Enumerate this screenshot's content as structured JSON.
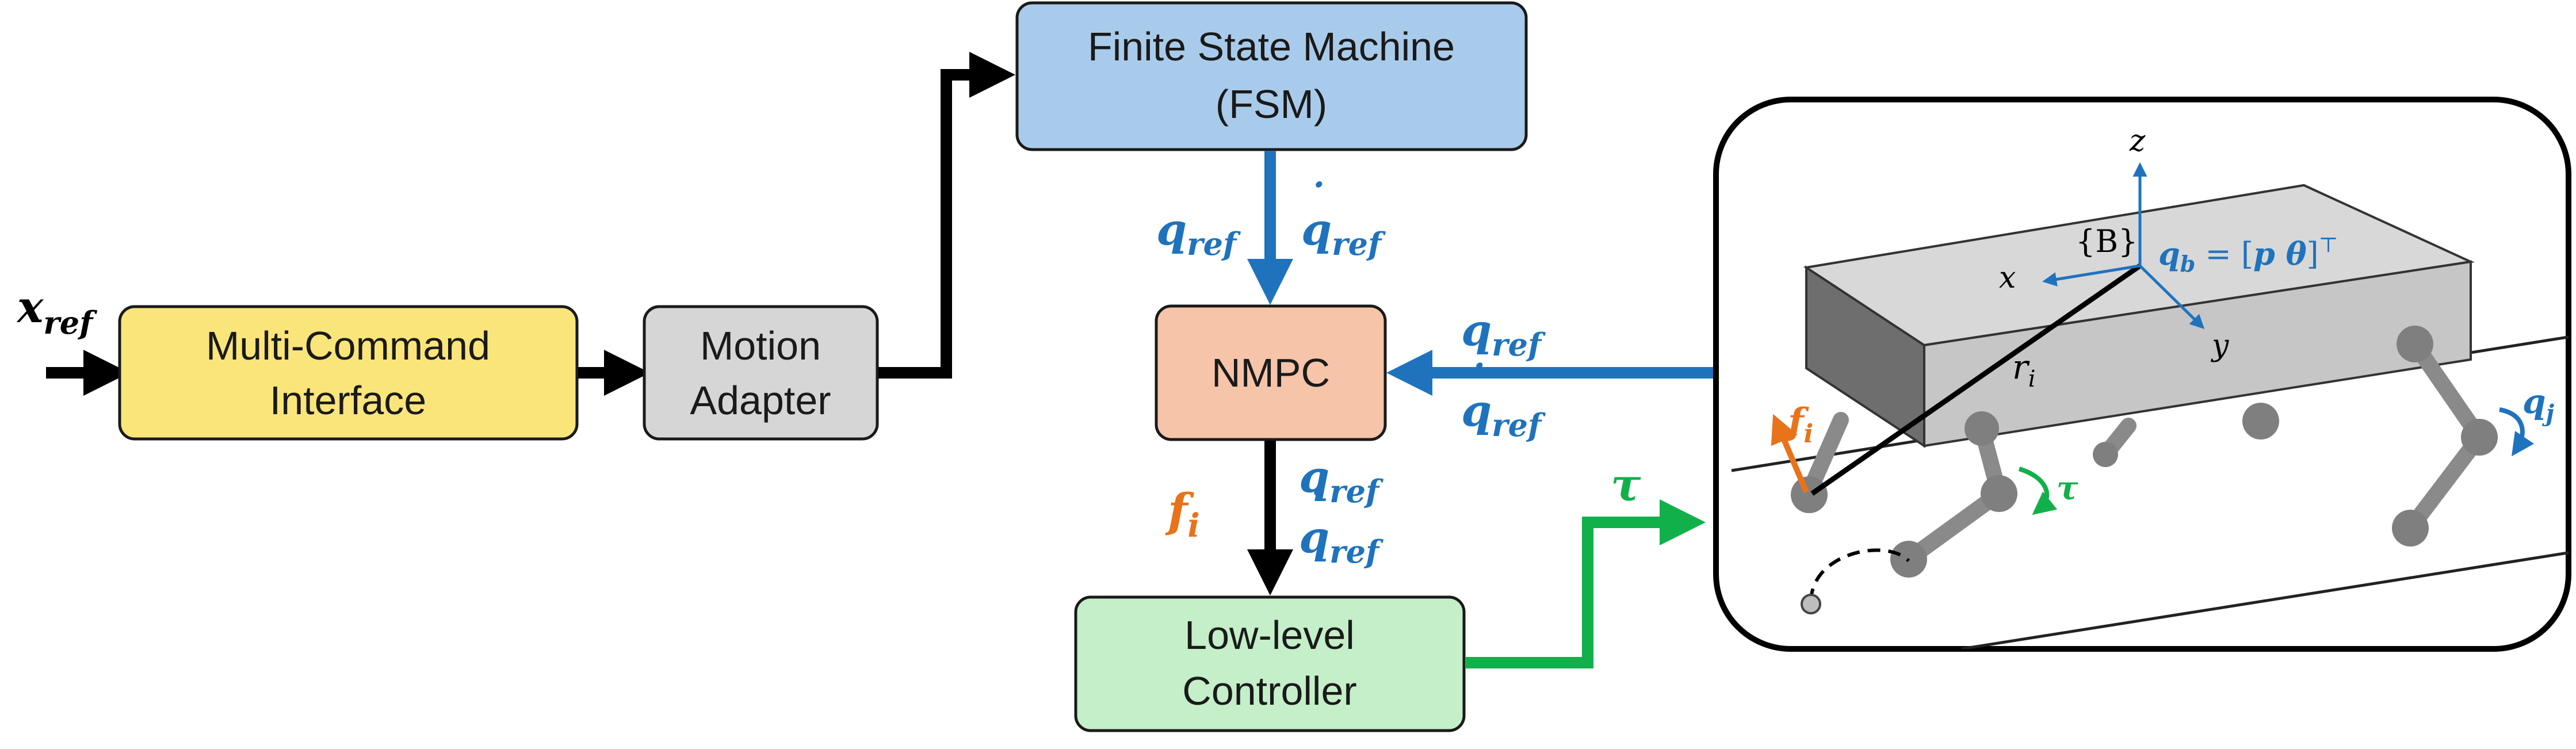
{
  "colors": {
    "blue": "#1f73bd",
    "orange": "#e8731a",
    "green": "#12b04a",
    "black": "#000000",
    "fsm_fill": "#a9cbeb",
    "mci_fill": "#fae57a",
    "adapter_fill": "#d6d6d6",
    "nmpc_fill": "#f5c4a9",
    "llc_fill": "#c4efc8",
    "gray_link": "#7f7f7f"
  },
  "blocks": {
    "mci": {
      "line1": "Multi-Command",
      "line2": "Interface"
    },
    "adapter": {
      "line1": "Motion",
      "line2": "Adapter"
    },
    "fsm": {
      "line1": "Finite State Machine",
      "line2": "(FSM)"
    },
    "nmpc": {
      "label": "NMPC"
    },
    "llc": {
      "line1": "Low-level",
      "line2": "Controller"
    }
  },
  "signals": {
    "x_ref": {
      "base": "x",
      "sub": "ref"
    },
    "q_ref": {
      "base": "q",
      "sub": "ref"
    },
    "qdot_ref": {
      "dot": "˙",
      "base": "q",
      "sub": "ref"
    },
    "f_i": {
      "base": "f",
      "sub": "i"
    },
    "tau": "τ"
  },
  "robot": {
    "frame_label": "{B}",
    "axis_x": "x",
    "axis_y": "y",
    "axis_z": "z",
    "r_i": {
      "base": "r",
      "sub": "i"
    },
    "q_b": {
      "base": "q",
      "sub": "b",
      "eq": " = [",
      "p": "p",
      "theta": " θ",
      "close": "]",
      "transpose": "⊤"
    },
    "q_j": {
      "base": "q",
      "sub": "j"
    },
    "f_i": {
      "base": "f",
      "sub": "i"
    },
    "tau": "τ"
  }
}
